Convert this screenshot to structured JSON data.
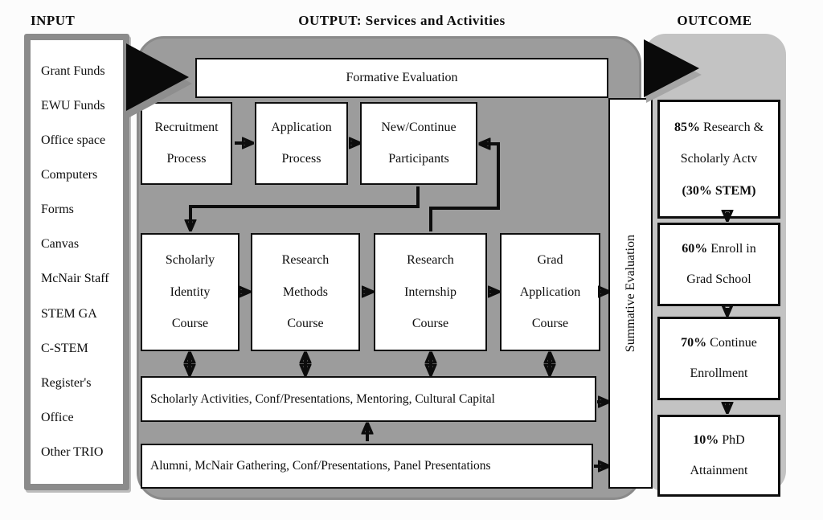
{
  "colors": {
    "output_panel": "#9c9c9c",
    "outcome_panel": "#c3c3c3",
    "input_border": "#8b8b8b",
    "box_border": "#0e0e0e",
    "arrow": "#0d0d0d"
  },
  "input": {
    "header": "INPUT",
    "items": [
      "Grant Funds",
      "EWU Funds",
      "Office space",
      "Computers",
      "Forms",
      "Canvas",
      "McNair Staff",
      "STEM GA",
      "C-STEM",
      "Register's",
      "Office",
      "Other TRIO"
    ]
  },
  "output": {
    "header": "OUTPUT: Services and Activities",
    "formative_label": "Formative Evaluation",
    "summative_label": "Summative Evaluation",
    "process_row": [
      {
        "lines": [
          "Recruitment",
          "Process"
        ]
      },
      {
        "lines": [
          "Application",
          "Process"
        ]
      },
      {
        "lines": [
          "New/Continue",
          "Participants"
        ]
      }
    ],
    "course_row": [
      {
        "lines": [
          "Scholarly",
          "Identity",
          "Course"
        ]
      },
      {
        "lines": [
          "Research",
          "Methods",
          "Course"
        ]
      },
      {
        "lines": [
          "Research",
          "Internship",
          "Course"
        ]
      },
      {
        "lines": [
          "Grad",
          "Application",
          "Course"
        ]
      }
    ],
    "activities_label": "Scholarly Activities, Conf/Presentations, Mentoring, Cultural Capital",
    "alumni_label": "Alumni, McNair Gathering, Conf/Presentations, Panel Presentations"
  },
  "outcome": {
    "header": "OUTCOME",
    "boxes": [
      {
        "lines": [
          {
            "b": "85%",
            "r": " Research &"
          },
          {
            "b": "",
            "r": "Scholarly Actv"
          },
          {
            "b": "(30% STEM)",
            "r": ""
          }
        ]
      },
      {
        "lines": [
          {
            "b": "60%",
            "r": " Enroll in"
          },
          {
            "b": "",
            "r": "Grad School"
          }
        ]
      },
      {
        "lines": [
          {
            "b": "70%",
            "r": " Continue"
          },
          {
            "b": "",
            "r": "Enrollment"
          }
        ]
      },
      {
        "lines": [
          {
            "b": "10%",
            "r": " PhD"
          },
          {
            "b": "",
            "r": "Attainment"
          }
        ]
      }
    ]
  }
}
